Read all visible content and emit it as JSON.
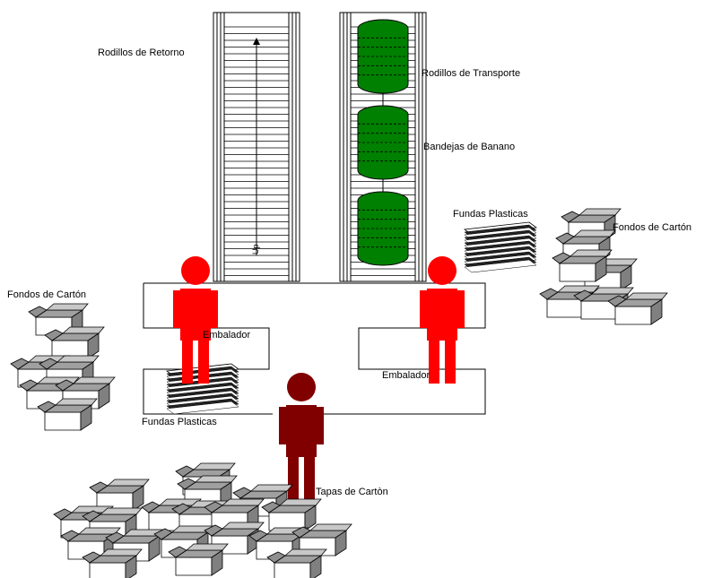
{
  "labels": {
    "rodillos_retorno": "Rodillos de Retorno",
    "rodillos_transporte": "Rodillos de Transporte",
    "bandejas_banano": "Bandejas de Banano",
    "fundas_plasticas_right": "Fundas Plasticas",
    "fondos_carton_right": "Fondos de Cartón",
    "fondos_carton_left": "Fondos de Cartón",
    "embalador_left": "Embalador",
    "embalador_right": "Embalador",
    "fundas_plasticas_left": "Fundas Plasticas",
    "tapas_carton": "Tapas de Cartòn",
    "escalator_direction": "Up"
  },
  "colors": {
    "worker_red": "#ff0000",
    "worker_dark": "#800000",
    "tray_green": "#008000",
    "box_gray": "#808080",
    "box_white": "#ffffff",
    "outline": "#000000"
  }
}
